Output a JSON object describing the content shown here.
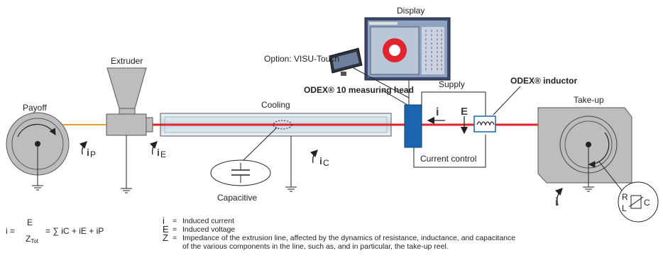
{
  "labels": {
    "display": "Display",
    "visu_touch": "Option: VISU-Touch",
    "extruder": "Extruder",
    "payoff": "Payoff",
    "cooling": "Cooling",
    "measuring_head": "ODEX® 10 measuring head",
    "supply": "Supply",
    "inductor": "ODEX® inductor",
    "takeup": "Take-up",
    "capacitive": "Capacitive",
    "current_control": "Current control",
    "i_arrow": "i",
    "E_label": "E",
    "iP_main": "i",
    "iP_sub": "P",
    "iE_main": "i",
    "iE_sub": "E",
    "iC_main": "i",
    "iC_sub": "C",
    "i_takeup": "i",
    "R": "R",
    "L": "L",
    "C": "C"
  },
  "formula": {
    "lhs": "i =",
    "numerator": "E",
    "denominator": "Z",
    "denominator_sub": "Tot",
    "rhs": "= ∑ iC + iE + iP"
  },
  "legend": [
    {
      "symbol": "i",
      "text": "Induced current"
    },
    {
      "symbol": "E",
      "text": "Induced voltage"
    },
    {
      "symbol": "Z",
      "text": "Impedance of the extrusion line, affected by the dynamics of resistance, inductance, and capacitance"
    },
    {
      "symbol": "",
      "text": "of the various components in the line, such as, and in particular, the take-up reel."
    }
  ],
  "colors": {
    "wire": "#e3232e",
    "wire_orange": "#f39a3a",
    "head_blue": "#1a64b0",
    "grey": "#bdbdbd",
    "cooling_fill": "#d8e3ee"
  }
}
